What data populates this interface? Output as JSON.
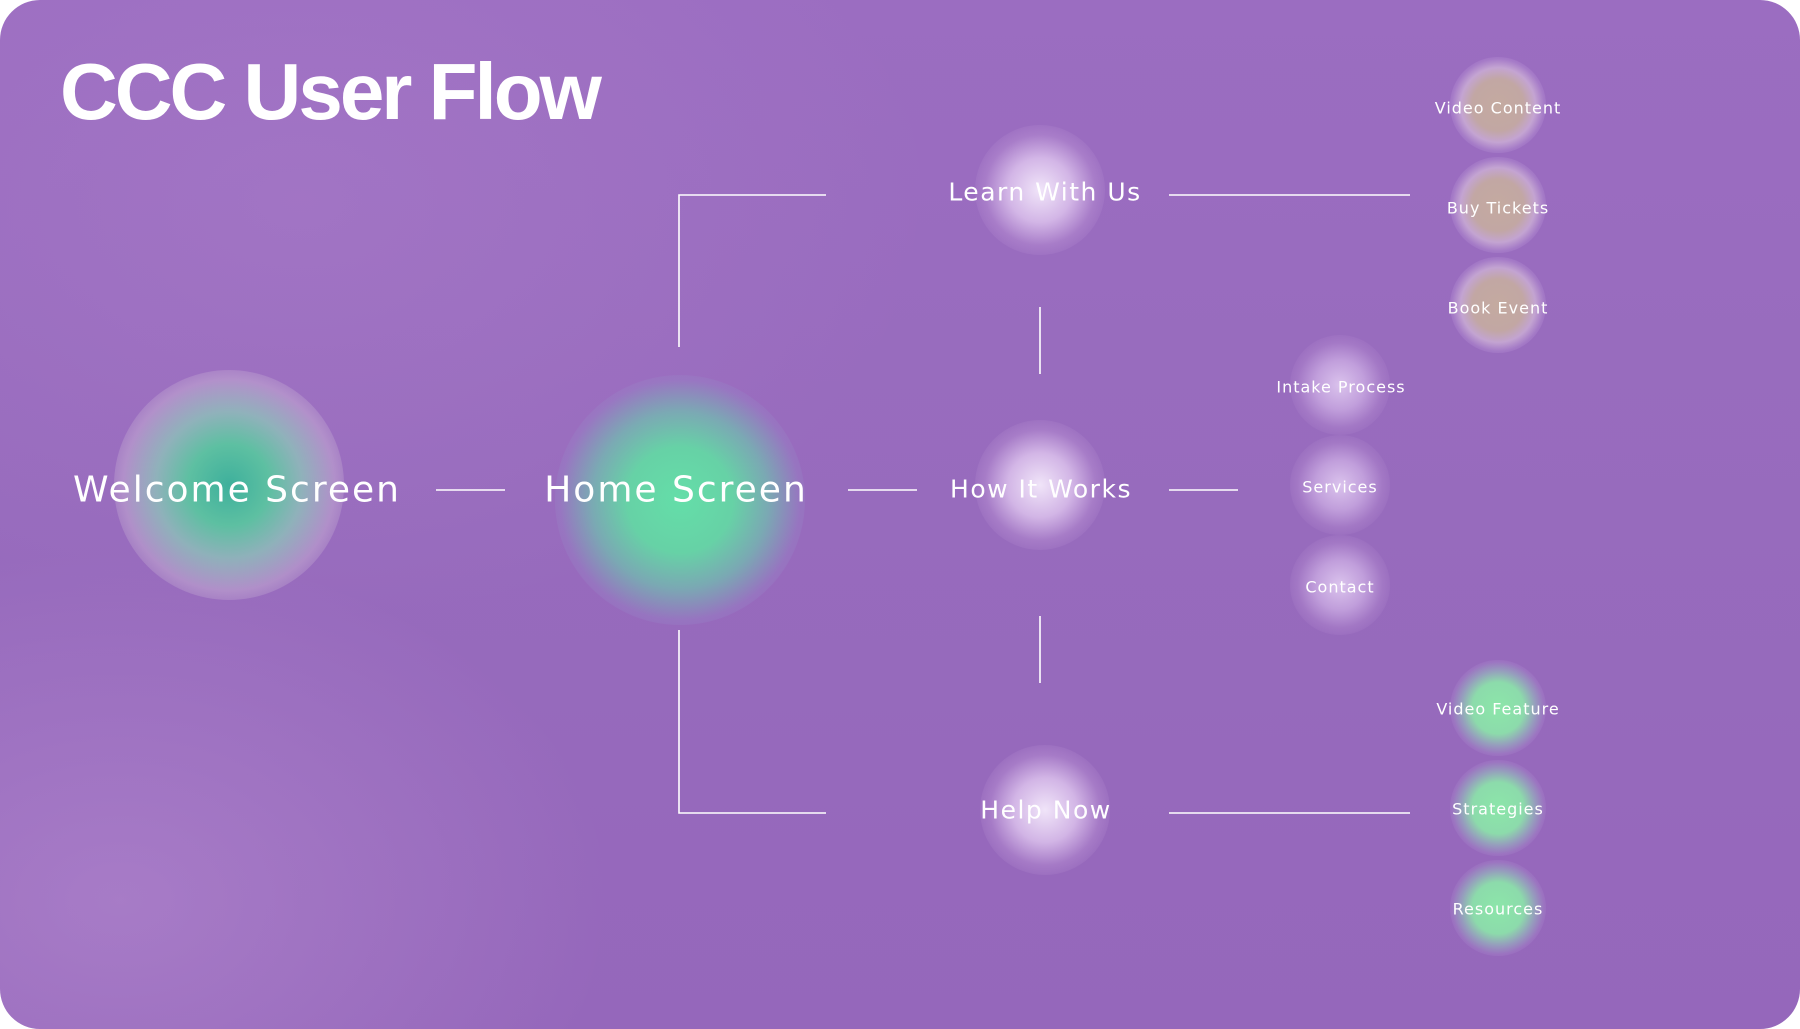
{
  "title": "CCC User Flow",
  "colors": {
    "background": "#9a6cbf",
    "text": "#ffffff",
    "connector": "#ffffff",
    "glow_teal": "#3eb09c",
    "glow_green": "#64dea8",
    "glow_lilac": "#e6d2f5",
    "glow_tan": "#c4aaa0",
    "glow_mint": "#8ce6aa"
  },
  "nodes": {
    "welcome": "Welcome Screen",
    "home": "Home Screen",
    "learn": "Learn With Us",
    "how": "How It Works",
    "help": "Help Now",
    "learn_children": [
      "Video Content",
      "Buy Tickets",
      "Book Event"
    ],
    "how_children": [
      "Intake Process",
      "Services",
      "Contact"
    ],
    "help_children": [
      "Video Feature",
      "Strategies",
      "Resources"
    ]
  }
}
